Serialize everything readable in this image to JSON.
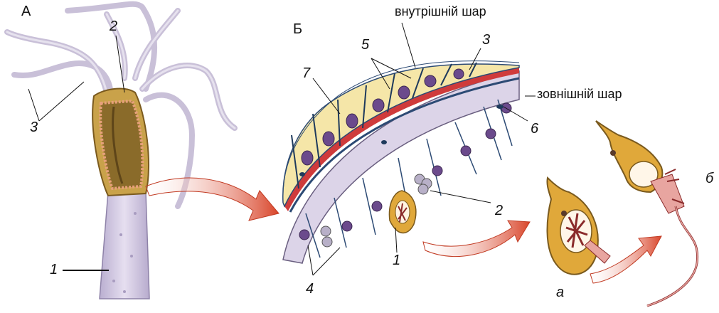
{
  "panel_labels": {
    "a": "А",
    "b": "Б"
  },
  "layer_labels": {
    "inner": "внутрішній шар",
    "outer": "зовнішній шар"
  },
  "numbers": {
    "a_body": "1",
    "a_mouth": "2",
    "a_tentacles": "3",
    "b_stinging_cell": "1",
    "b_interstitial": "2",
    "b_mesoglea": "3",
    "b_epithelial": "4",
    "b_digestive": "5",
    "b_nerve": "6",
    "b_gland": "7"
  },
  "stage_labels": {
    "discharged_a": "а",
    "discharged_b": "б"
  },
  "colors": {
    "body": "#d9cde6",
    "tentacle": "#d6cde2",
    "mesoglea": "#cf3b3b",
    "inner_cells": "#f5e6a8",
    "outer_cells": "#d8d0e6",
    "nucleus": "#6b4a8c",
    "nerve": "#1e3a5c",
    "cnidocyte": "#e0a83a",
    "arrow": "#d9452a"
  }
}
